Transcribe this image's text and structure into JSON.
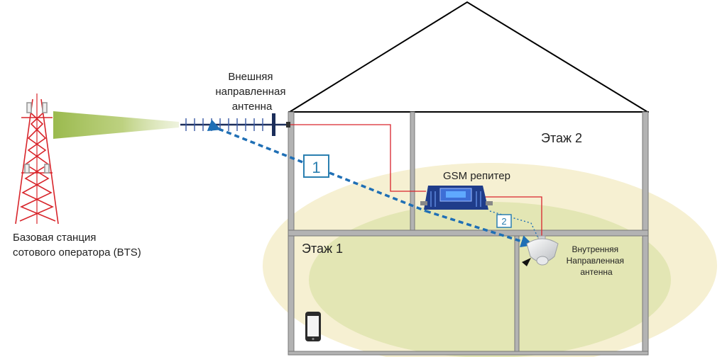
{
  "labels": {
    "bts": [
      "Базовая станция",
      "сотового оператора (BTS)"
    ],
    "external_antenna": [
      "Внешняя",
      "направленная",
      "антенна"
    ],
    "gsm_repeater": "GSM репитер",
    "floor2": "Этаж 2",
    "floor1": "Этаж 1",
    "internal_antenna": [
      "Внутренняя",
      "Направленная",
      "антенна"
    ],
    "badge_1": "1",
    "badge_2": "2"
  },
  "colors": {
    "wall": "#b3b3b3",
    "wall_stroke": "#777777",
    "roof": "#000000",
    "cable": "#d9242c",
    "signal": "#1f6fb5",
    "coverage_outer": "#f6f0d2",
    "coverage_inner": "#e3e6b4",
    "tower": "#d8252b",
    "repeater": "#2a4fa8",
    "badge_border": "#2a7fb0"
  },
  "icons": {
    "tower": "cell-tower-icon",
    "yagi": "yagi-antenna-icon",
    "repeater": "gsm-repeater-icon",
    "dome": "ceiling-antenna-icon",
    "phone": "smartphone-icon"
  }
}
